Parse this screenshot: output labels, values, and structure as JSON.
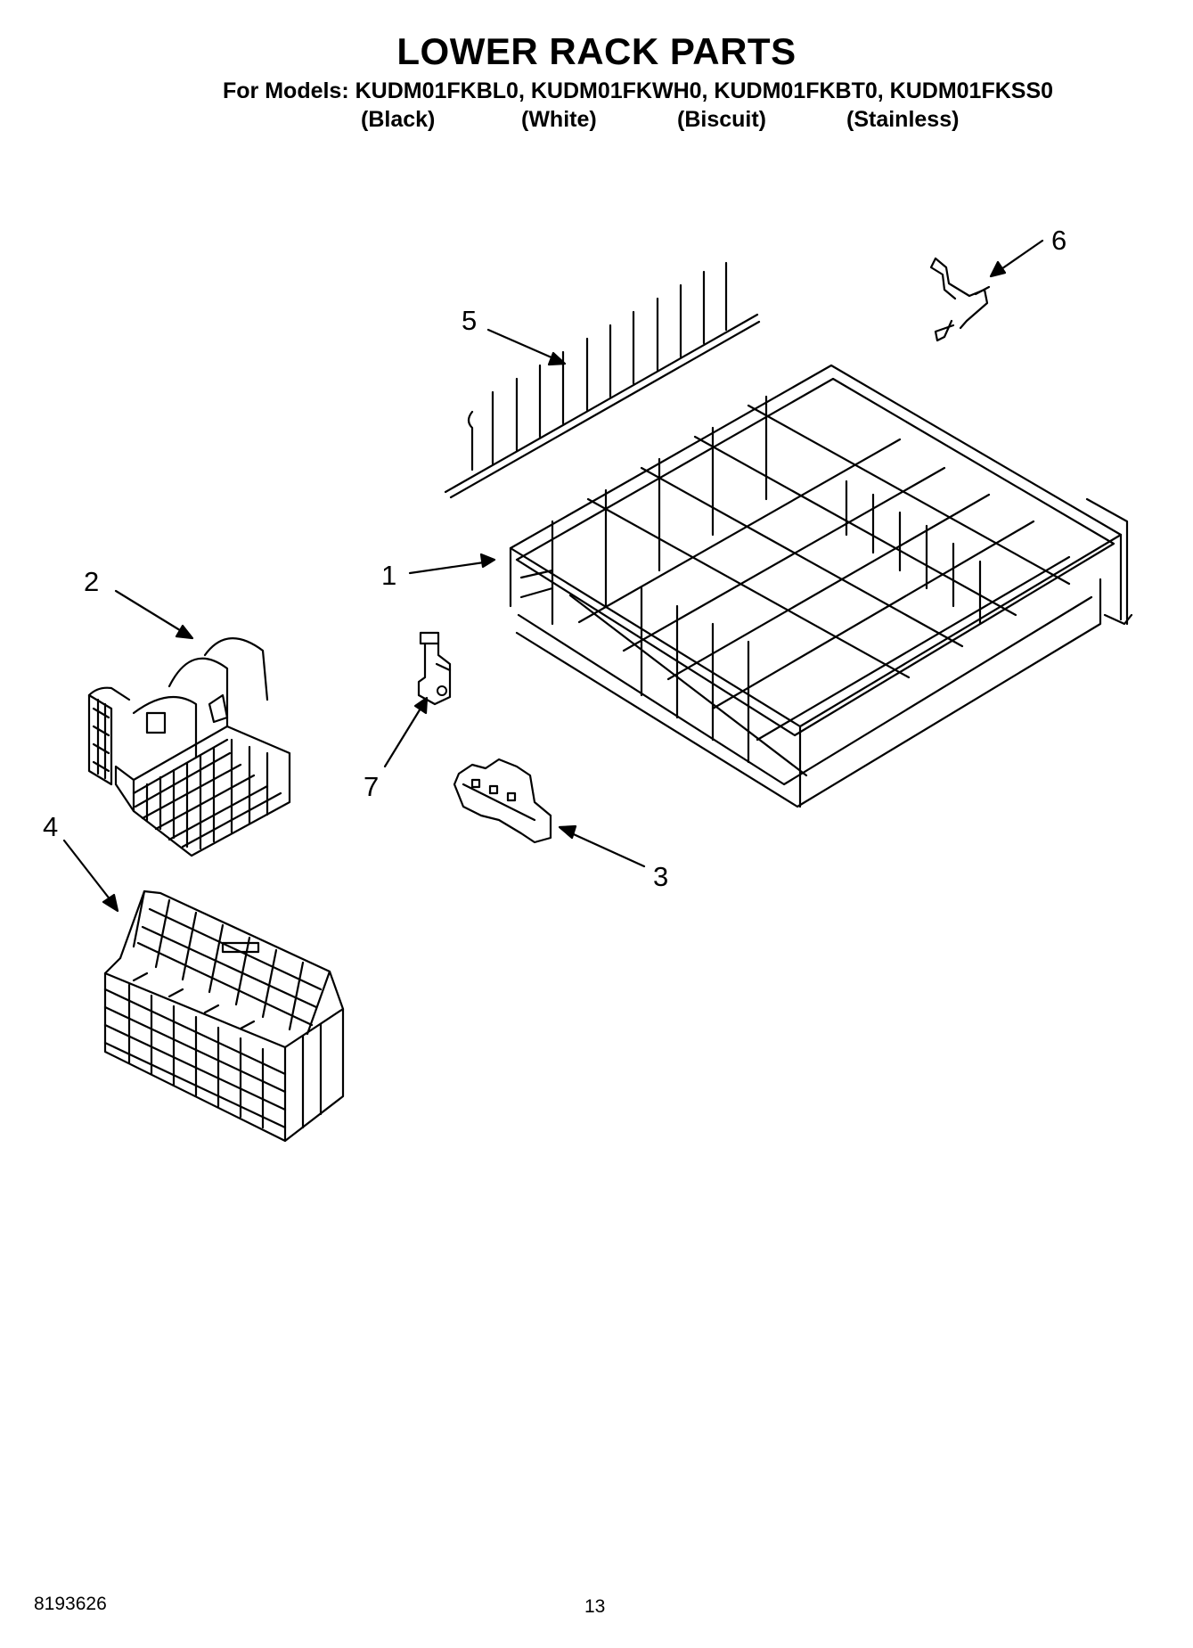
{
  "header": {
    "title": "LOWER RACK PARTS",
    "models_line": "For Models: KUDM01FKBL0, KUDM01FKWH0, KUDM01FKBT0, KUDM01FKSS0",
    "variants": [
      "(Black)",
      "(White)",
      "(Biscuit)",
      "(Stainless)"
    ]
  },
  "callouts": [
    "1",
    "2",
    "3",
    "4",
    "5",
    "6",
    "7"
  ],
  "footer": {
    "doc_number": "8193626",
    "page_number": "13"
  }
}
